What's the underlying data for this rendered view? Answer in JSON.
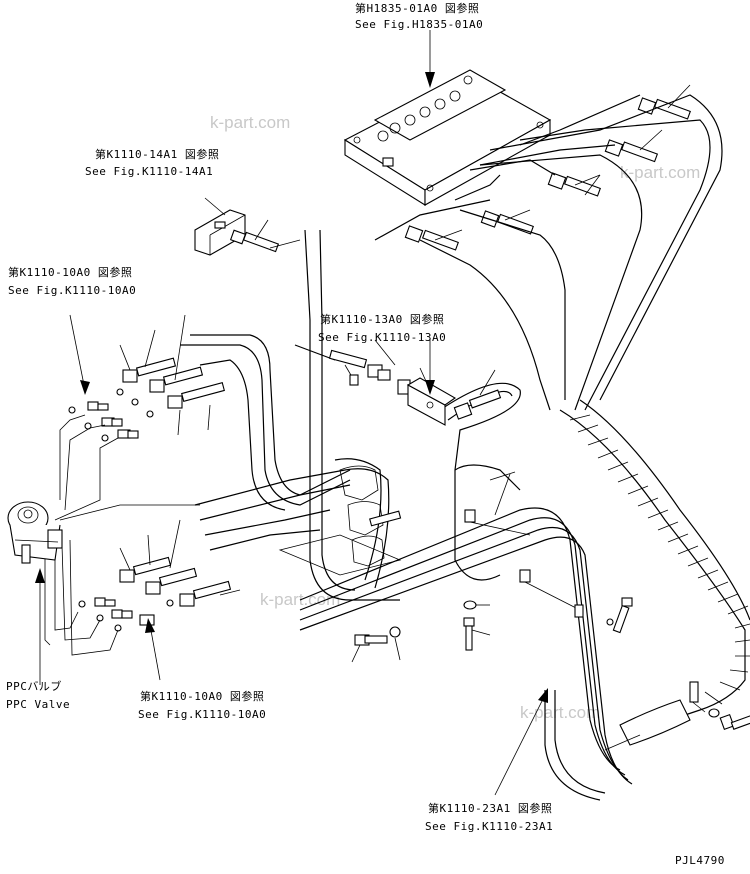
{
  "references": [
    {
      "id": "ref-h1835",
      "jp": "第H1835-01A0 図参照",
      "en": "See Fig.H1835-01A0"
    },
    {
      "id": "ref-k1110-14",
      "jp": "第K1110-14A1 図参照",
      "en": "See Fig.K1110-14A1"
    },
    {
      "id": "ref-k1110-10-top",
      "jp": "第K1110-10A0 図参照",
      "en": "See Fig.K1110-10A0"
    },
    {
      "id": "ref-k1110-13",
      "jp": "第K1110-13A0 図参照",
      "en": "See Fig.K1110-13A0"
    },
    {
      "id": "ref-k1110-10-bottom",
      "jp": "第K1110-10A0 図参照",
      "en": "See Fig.K1110-10A0"
    },
    {
      "id": "ref-k1110-23",
      "jp": "第K1110-23A1 図参照",
      "en": "See Fig.K1110-23A1"
    }
  ],
  "ppc_valve": {
    "jp": "PPCバルブ",
    "en": "PPC Valve"
  },
  "drawing_code": "PJL4790",
  "watermarks": [
    "k-part.com",
    "k-part.com",
    "k-part.com",
    "k-part.com"
  ]
}
